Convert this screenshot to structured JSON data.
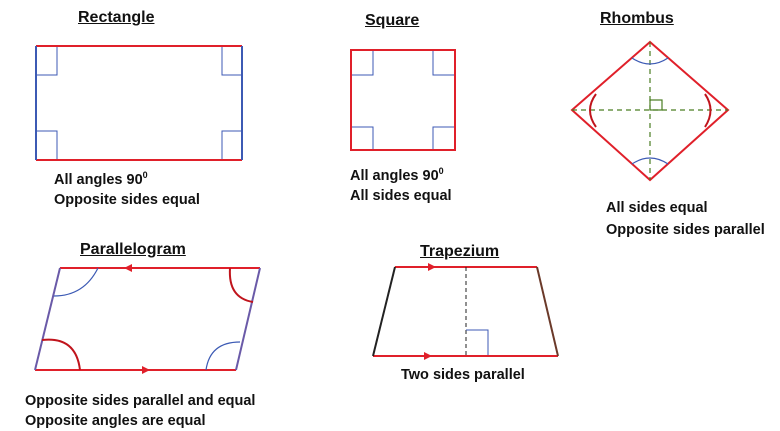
{
  "shapes": {
    "rectangle": {
      "title": "Rectangle",
      "lines": [
        "All angles 90",
        "Opposite sides equal"
      ],
      "superscript": "0"
    },
    "square": {
      "title": "Square",
      "lines": [
        "All angles 90",
        "All sides equal"
      ],
      "superscript": "0"
    },
    "rhombus": {
      "title": "Rhombus",
      "lines": [
        "All sides equal",
        "Opposite sides parallel"
      ]
    },
    "parallelogram": {
      "title": "Parallelogram",
      "lines": [
        "Opposite sides parallel and equal",
        "Opposite angles are equal"
      ]
    },
    "trapezium": {
      "title": "Trapezium",
      "lines": [
        "Two sides parallel"
      ]
    }
  },
  "colors": {
    "red": "#e0202a",
    "blue": "#3c5ab4",
    "green": "#4a7d22",
    "dark": "#222222"
  }
}
